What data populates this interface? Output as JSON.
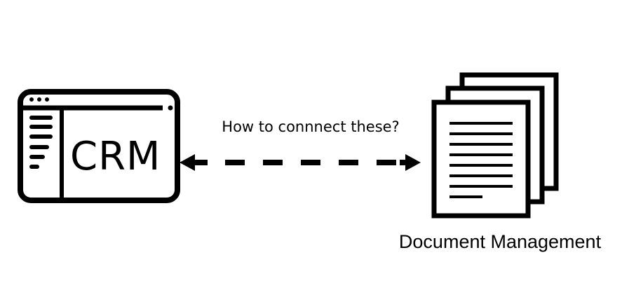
{
  "crm": {
    "label": "CRM",
    "icon": "crm-window-icon"
  },
  "connector": {
    "question": "How to connnect these?",
    "style": "dashed-double-arrow",
    "color": "#000000"
  },
  "document_management": {
    "label": "Document Management",
    "icon": "document-stack-icon"
  }
}
